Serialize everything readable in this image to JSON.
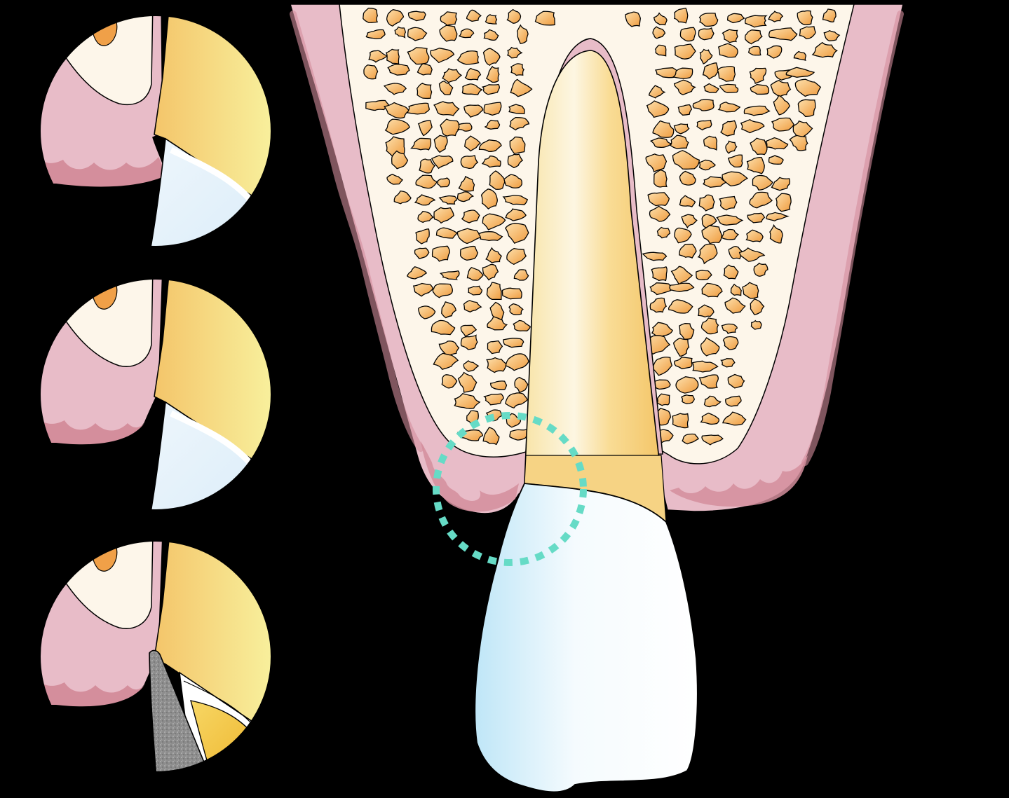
{
  "figure": {
    "background": "#000000",
    "colors": {
      "gingiva": "#e8bcc8",
      "gingiva_shadow": "#d48e9c",
      "bone_fill": "#fdf6ea",
      "trabecula_light": "#fcd59a",
      "trabecula_dark": "#f0a048",
      "root_light": "#fdf3d6",
      "root_dark": "#f5c86e",
      "enamel_light": "#f7fbfe",
      "enamel_blue": "#bfe6f7",
      "focus_circle": "#66dbc6",
      "instrument": "#8a8a8a",
      "gold": "#f2c43e"
    },
    "insets": [
      {
        "name": "detail-inset-1",
        "instrument": "none"
      },
      {
        "name": "detail-inset-2",
        "instrument": "none"
      },
      {
        "name": "detail-inset-3",
        "instrument": "grey-cone-tip"
      }
    ],
    "focus_indicator": "dotted-circle-at-cemento-enamel-junction"
  }
}
